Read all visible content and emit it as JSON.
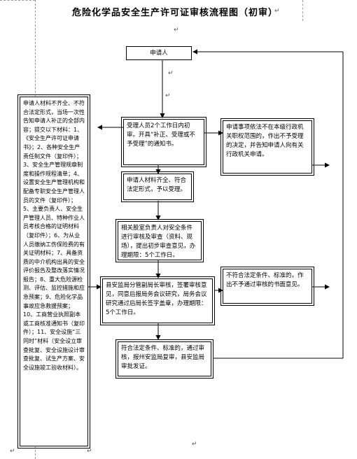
{
  "title": "危险化学品安全生产许可证审核流程图（初审）",
  "boxes": {
    "applicant": "申请人",
    "accept": "受理人员2个工作日内初审。开具“补正、受理或不予受理”的通知书。",
    "reject": "申请事项依法不在本级行政机关职权范围的，作出不予受理的决定，并告知申请人向有关行政机关申请。",
    "complete": "申请人材料齐全、符合法定形式，予以受理。",
    "review": "相关股室负责人对安全条件进行审核及审查（资料、现场），提出初步审查意见，办理期限：5个工作日。",
    "leader": "县安监局分管副局长审核，签署审核意见，同意后报局务会议研究，局务会议研究通过后局长签字盖章，办理期限：5个工作日。",
    "not_meet": "不符合法定条件、标准的，作出不予通过审核的书面意见。",
    "pass": "符合法定条件、标准的，通过审核，报州安监局复审，县安监局审批发证。",
    "materials": "申请人材料不齐全、不符合法定形式，当场一次性告知申请人补正的全部内容；提交以下材料：1、《安全生产许可证申请书》；2、各种安全生产责任制文件（复印件）；3、安全生产管理规章制度和操作规程清单；4、设置安全生产管理机构和配备专职安全生产管理人员的文件（复印件）；5、主要负责人、安全生产管理人员、特种作业人员考核合格的证明材料（复印件）；6、为从业人员缴纳工伤保险费的有关证明材料；7、具备资质的中介机构出具的安全评价报告及整改落实情况报告；8、重大危险源检测、评估、监控措施和应急预案；9、危险化学品事故应急救援预案；10、工商营业执照副本或工商核准通知书（复印件）；11、安全设施“三同时”材料（安全设立审查批复、安全设施设计审查批复、试生产方案、安全设施竣工验收材料）。"
  },
  "marks": [
    "↵",
    "↵",
    "↵",
    "↵",
    "↵",
    "↵",
    "↵"
  ]
}
